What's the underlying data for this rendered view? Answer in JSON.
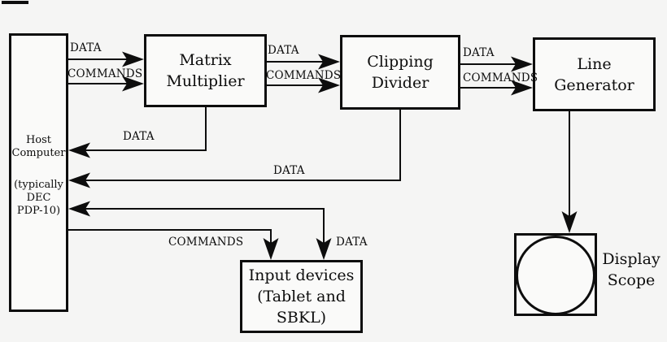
{
  "palette": {
    "background": "#f5f5f4",
    "ink": "#0d0d0d",
    "node_fill": "#fafaf9"
  },
  "nodes": {
    "host_computer": {
      "lines": [
        "Host",
        "Computer",
        "(typically",
        "DEC",
        "PDP-10)"
      ]
    },
    "matrix_multiplier": {
      "lines": [
        "Matrix",
        "Multiplier"
      ]
    },
    "clipping_divider": {
      "lines": [
        "Clipping",
        "Divider"
      ]
    },
    "line_generator": {
      "lines": [
        "Line",
        "Generator"
      ]
    },
    "input_devices": {
      "lines": [
        "Input devices",
        "(Tablet and",
        "SBKL)"
      ]
    },
    "display_scope": {
      "lines": [
        "Display",
        "Scope"
      ]
    }
  },
  "edge_labels": {
    "host_to_matrix": {
      "data": "DATA",
      "commands": "COMMANDS"
    },
    "matrix_to_clipping": {
      "data": "DATA",
      "commands": "COMMANDS"
    },
    "clipping_to_linegen": {
      "data": "DATA",
      "commands": "COMMANDS"
    },
    "matrix_to_host": {
      "data": "DATA"
    },
    "clipping_to_host": {
      "data": "DATA"
    },
    "host_input_devices": {
      "data": "DATA",
      "commands": "COMMANDS"
    }
  }
}
